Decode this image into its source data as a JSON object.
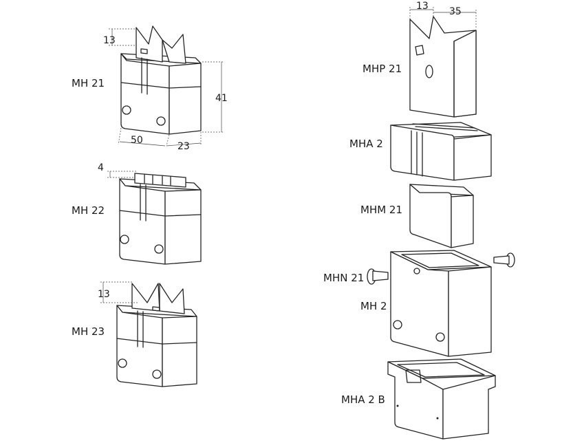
{
  "parts": {
    "mh21": "MH 21",
    "mh22": "MH 22",
    "mh23": "MH 23",
    "mhp21": "MHP 21",
    "mha2": "MHA 2",
    "mhm21": "MHM 21",
    "mhn21": "MHN 21",
    "mh2": "MH 2",
    "mha2b": "MHA 2 B"
  },
  "dimensions": {
    "mh21_top": "13",
    "mh21_height": "41",
    "mh21_length": "50",
    "mh21_depth": "23",
    "mh22_top": "4",
    "mh23_top": "13",
    "mhp21_a": "13",
    "mhp21_b": "35"
  }
}
